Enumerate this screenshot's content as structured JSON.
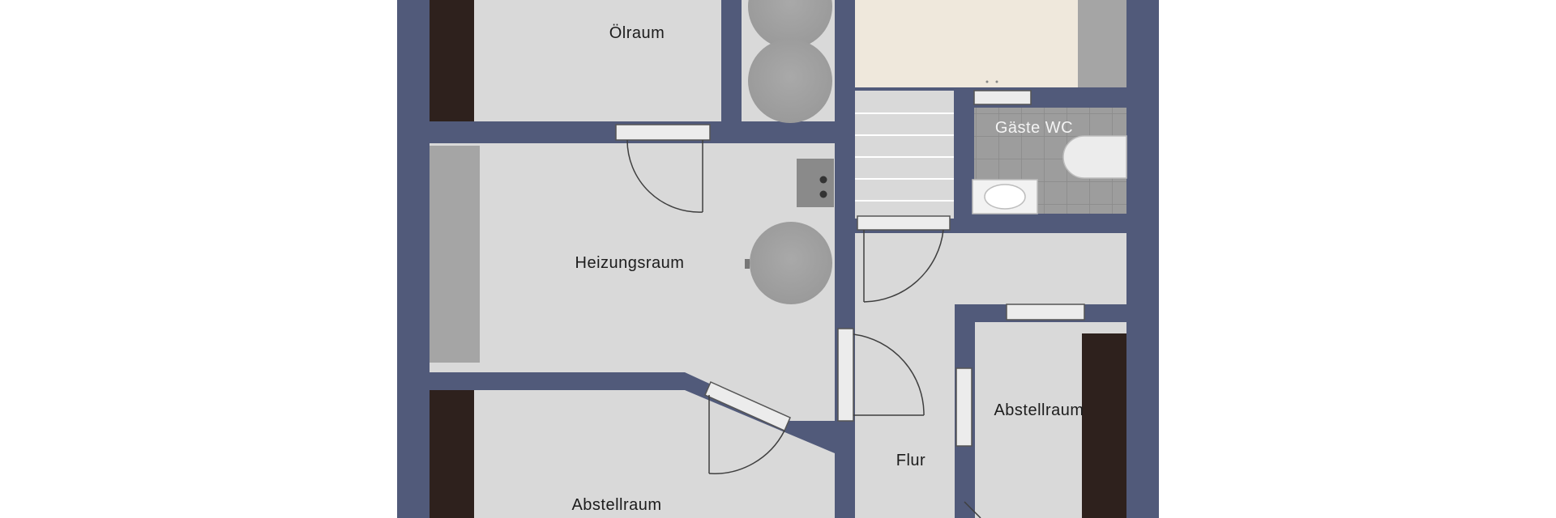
{
  "colors": {
    "wall": "#515a7a",
    "floor": "#d9d9d9",
    "bright_floor": "#efe8dc",
    "shelf": "#2e211d",
    "tile": "#9a9a9a",
    "tank": "#a3a3a3",
    "door_line": "#444444"
  },
  "rooms": {
    "oelraum": "Ölraum",
    "heizungsraum": "Heizungsraum",
    "gaeste_wc": "Gäste WC",
    "abstellraum_right": "Abstellraum",
    "flur": "Flur",
    "abstellraum_bottom": "Abstellraum"
  }
}
